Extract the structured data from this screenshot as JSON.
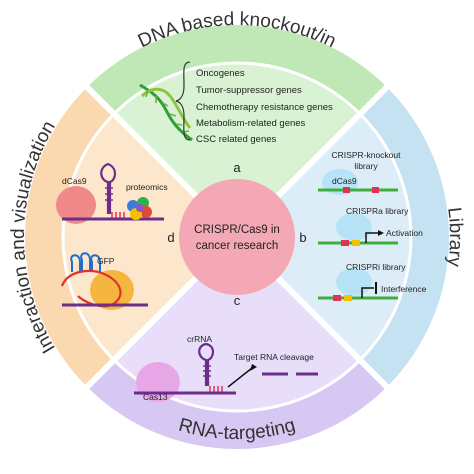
{
  "center": {
    "line1": "CRISPR/Cas9 in",
    "line2": "cancer research"
  },
  "sections": {
    "top": {
      "title": "DNA based knockout/in",
      "letter": "a",
      "genes": [
        "Oncogenes",
        "Tumor-suppressor genes",
        "Chemotherapy resistance genes",
        "Metabolism-related genes",
        "CSC related genes"
      ]
    },
    "right": {
      "title": "Library",
      "letter": "b",
      "knockout_label_line1": "CRISPR-knockout",
      "knockout_label_line2": "library",
      "dcas9_label": "dCas9",
      "crispra_label": "CRISPRa library",
      "activation_label": "Activation",
      "crispri_label": "CRISPRi library",
      "interference_label": "Interference"
    },
    "bottom": {
      "title": "RNA-targeting",
      "letter": "c",
      "crrna_label": "crRNA",
      "cas13_label": "Cas13",
      "cleavage_label": "Target RNA cleavage"
    },
    "left": {
      "title": "Interaction and visualization",
      "letter": "d",
      "dcas9_label": "dCas9",
      "proteomics_label": "proteomics",
      "gfp_label": "GFP"
    }
  },
  "colors": {
    "top_sector": "#d9f2d4",
    "top_band": "#bfe8b6",
    "right_sector": "#dcedf7",
    "right_band": "#c4e2f2",
    "bottom_sector": "#e8defa",
    "bottom_band": "#d6c8f3",
    "left_sector": "#fde7cc",
    "left_band": "#fbd9b0",
    "center": "#f4a7b4",
    "dna_strand": "#6b2f8a",
    "protein_blue": "#b7e3f7",
    "protein_pink": "#f08a8a",
    "protein_orange": "#f5b640"
  }
}
